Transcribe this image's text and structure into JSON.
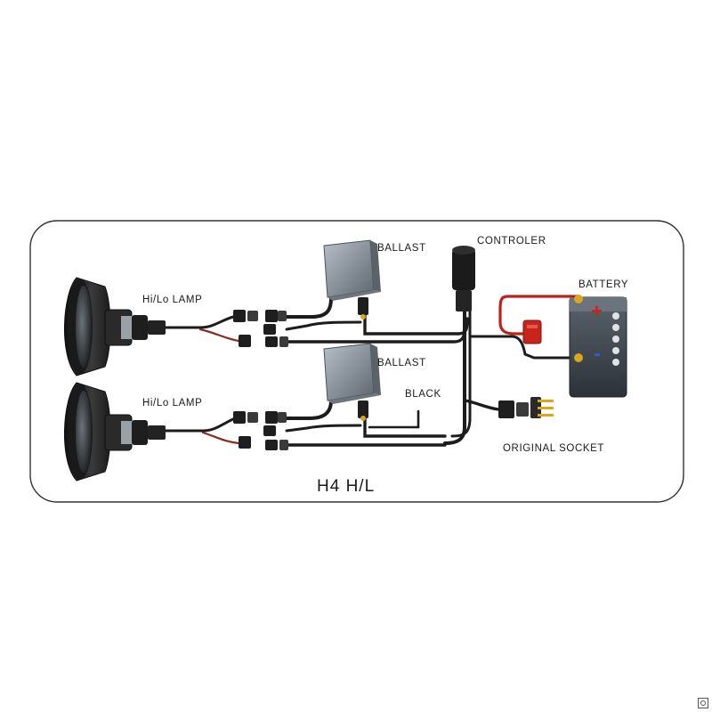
{
  "diagram": {
    "title": "H4 H/L",
    "labels": {
      "ballast_top": "BALLAST",
      "ballast_bottom": "BALLAST",
      "controler": "CONTROLER",
      "battery": "BATTERY",
      "lamp_top": "Hi/Lo LAMP",
      "lamp_bottom": "Hi/Lo LAMP",
      "black": "BLACK",
      "original_socket": "ORIGINAL SOCKET"
    },
    "battery_marks": {
      "plus": "+",
      "minus": "-"
    },
    "colors": {
      "wire": "#1c1c1c",
      "wire_red": "#c0201a",
      "ballast_body": "#8a939c",
      "battery_body": "#3e4650",
      "panel_border": "#333333",
      "lamp_dark": "#2b2b2b",
      "relay_red": "#c9241c",
      "terminal_gold": "#d9a61e"
    }
  }
}
